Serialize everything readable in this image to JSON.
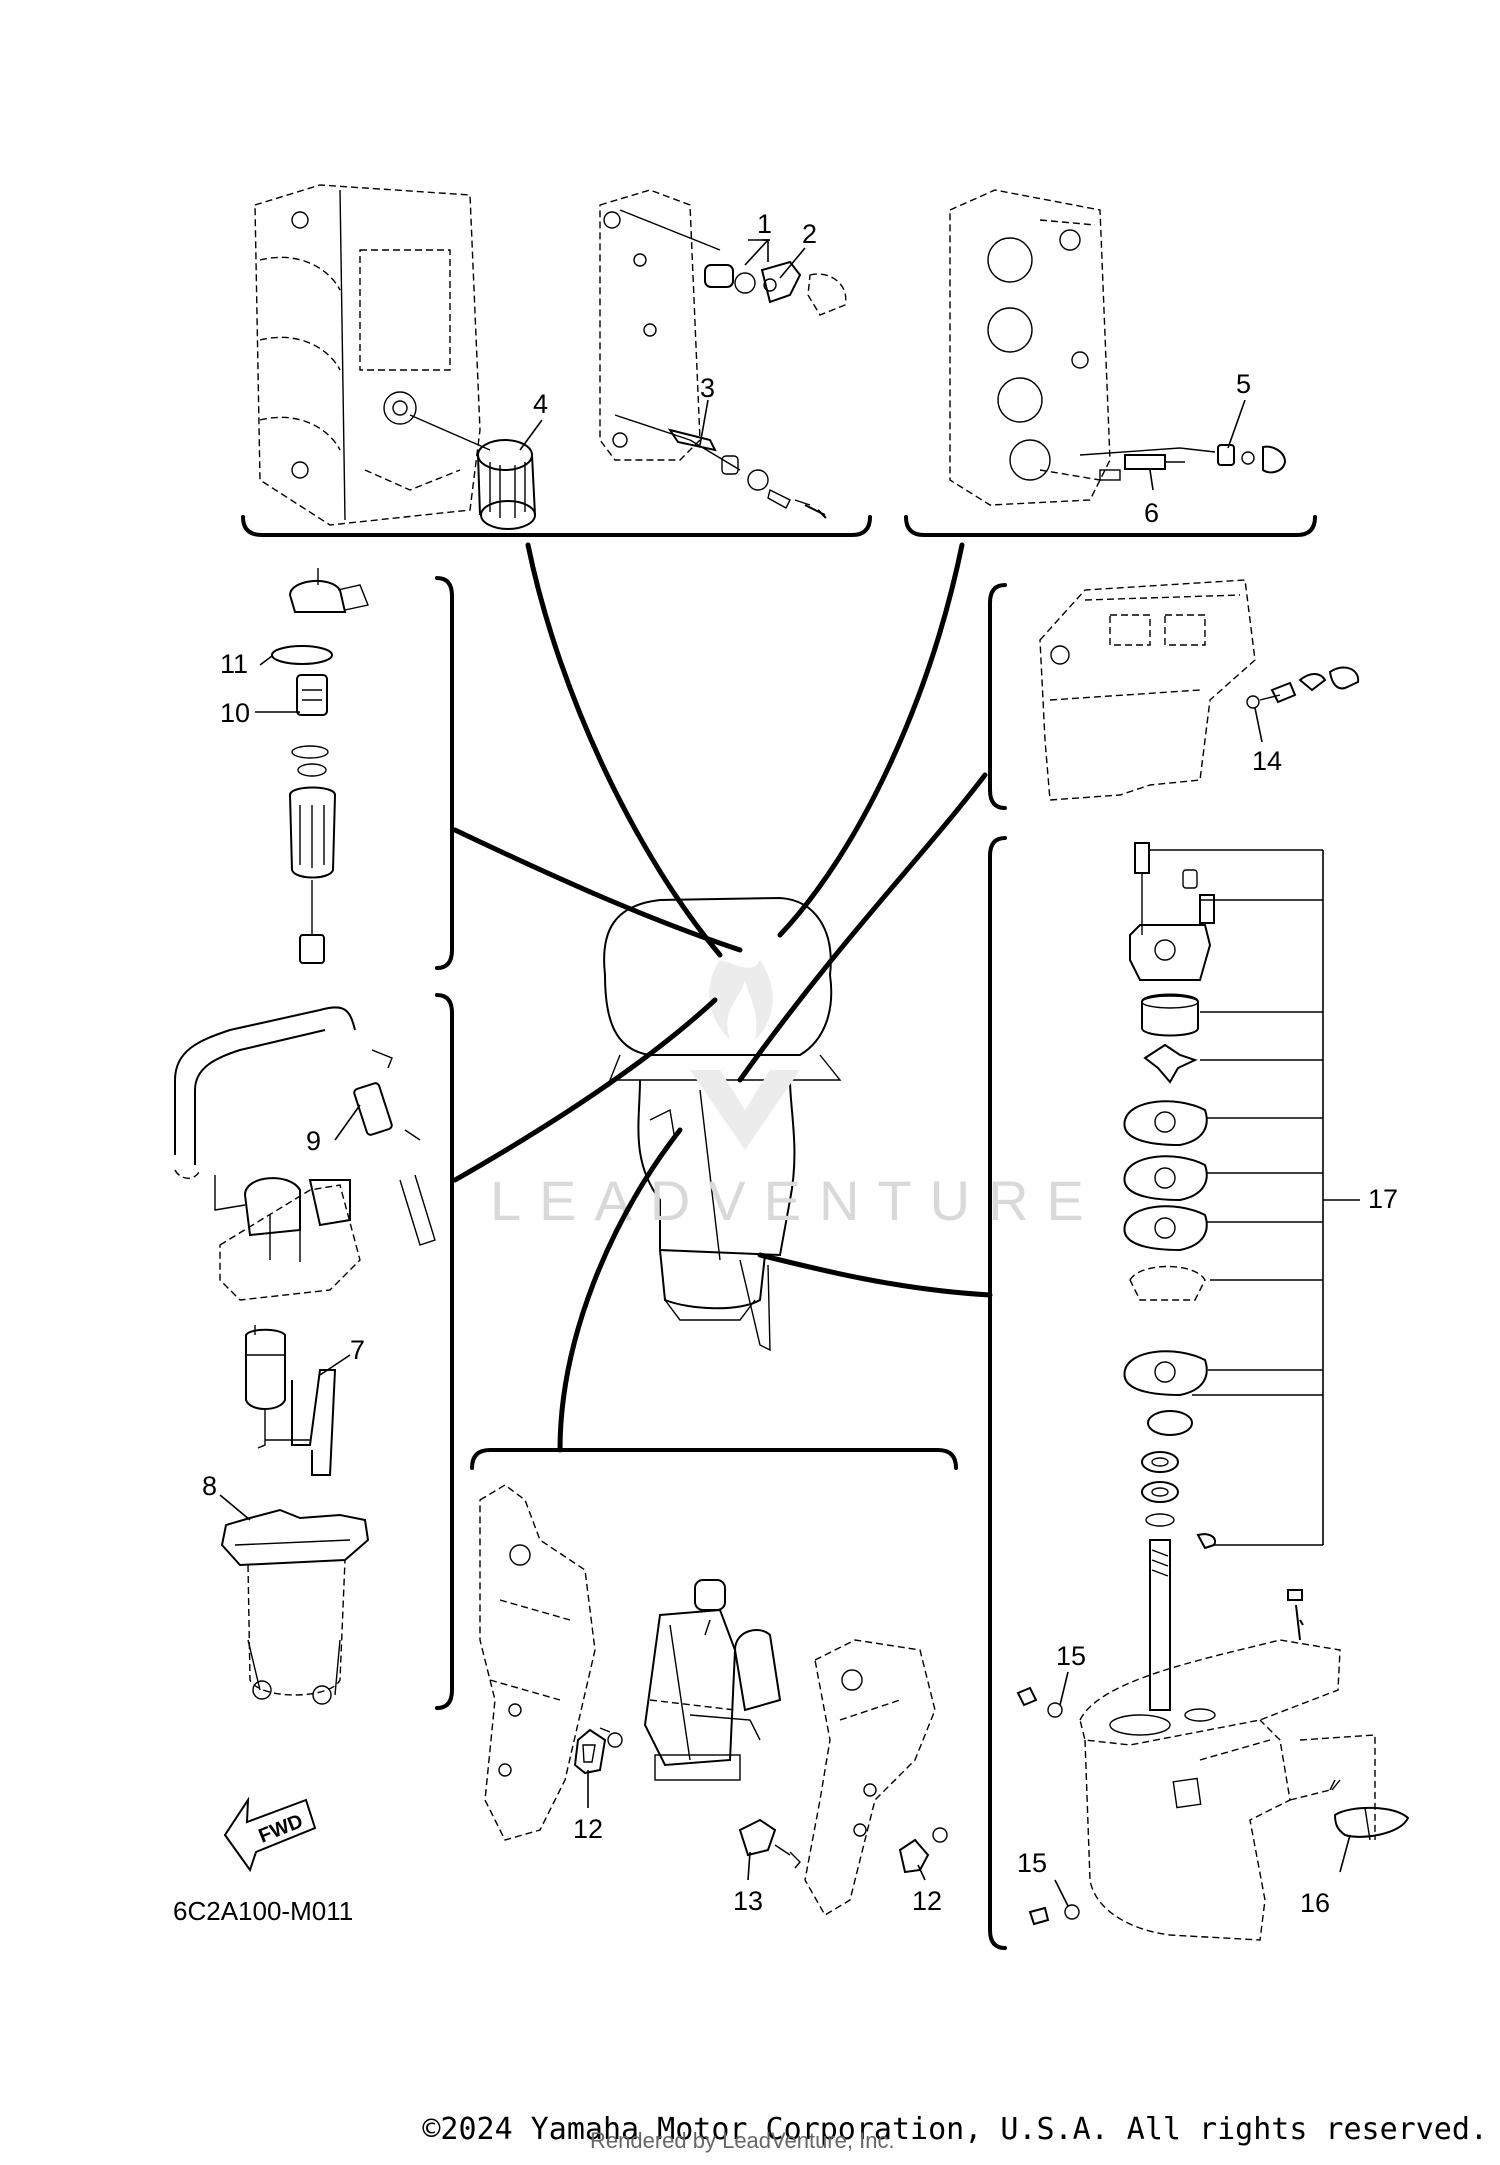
{
  "diagram": {
    "callouts": [
      "1",
      "2",
      "3",
      "4",
      "5",
      "6",
      "7",
      "8",
      "9",
      "10",
      "11",
      "12",
      "12",
      "13",
      "14",
      "15",
      "15",
      "16",
      "17"
    ],
    "diagram_code": "6C2A100-M011",
    "fwd_label": "FWD",
    "watermark": "LEADVENTURE"
  },
  "footer": {
    "copyright": "©2024 Yamaha Motor Corporation, U.S.A. All rights reserved.",
    "rendered_by": "Rendered by LeadVenture, Inc."
  }
}
